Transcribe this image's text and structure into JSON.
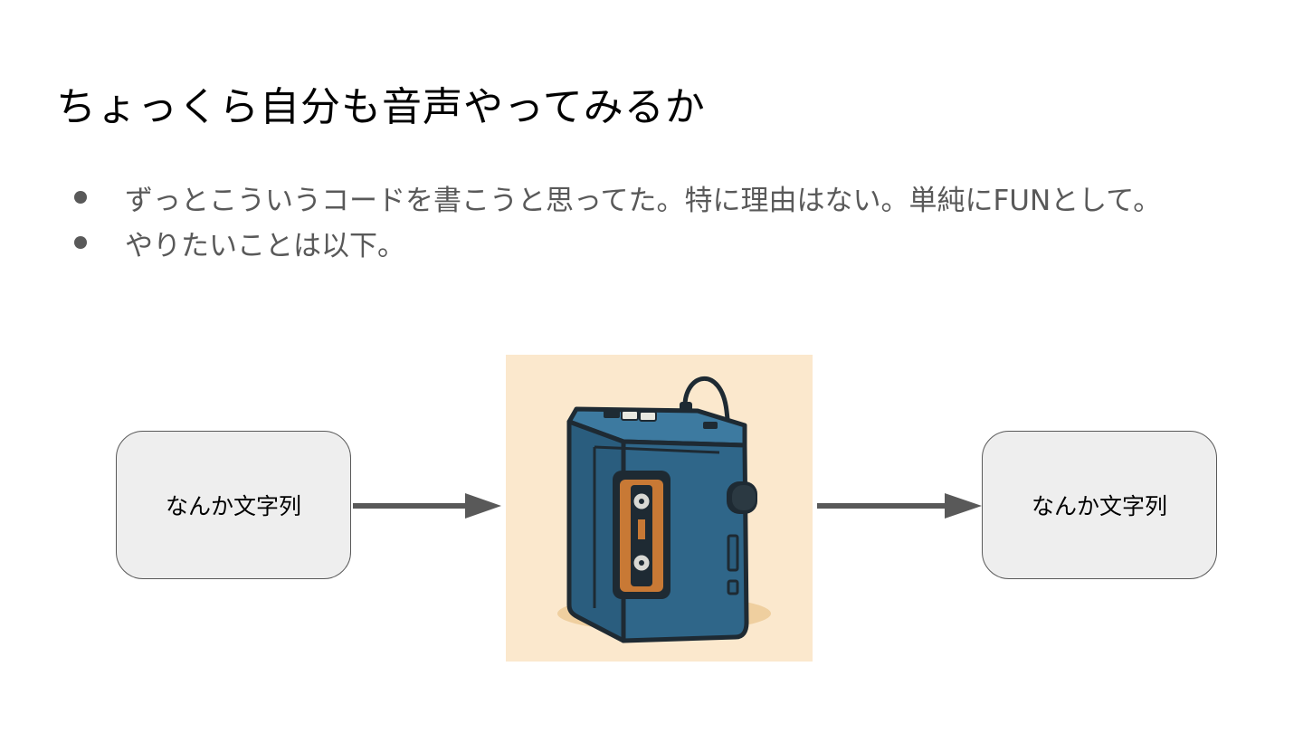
{
  "slide": {
    "title": "ちょっくら自分も音声やってみるか",
    "bullets": [
      "ずっとこういうコードを書こうと思ってた。特に理由はない。単純にFUNとして。",
      "やりたいことは以下。"
    ]
  },
  "diagram": {
    "input_label": "なんか文字列",
    "output_label": "なんか文字列",
    "center_image": "cassette-player-icon"
  },
  "colors": {
    "title_text": "#000000",
    "body_text": "#595959",
    "box_fill": "#eeeeee",
    "box_border": "#595959",
    "arrow": "#595959",
    "illustration_bg": "#fbe8cd",
    "player_body": "#2f6689",
    "tape_orange": "#c87935",
    "outline": "#1e2a33"
  }
}
